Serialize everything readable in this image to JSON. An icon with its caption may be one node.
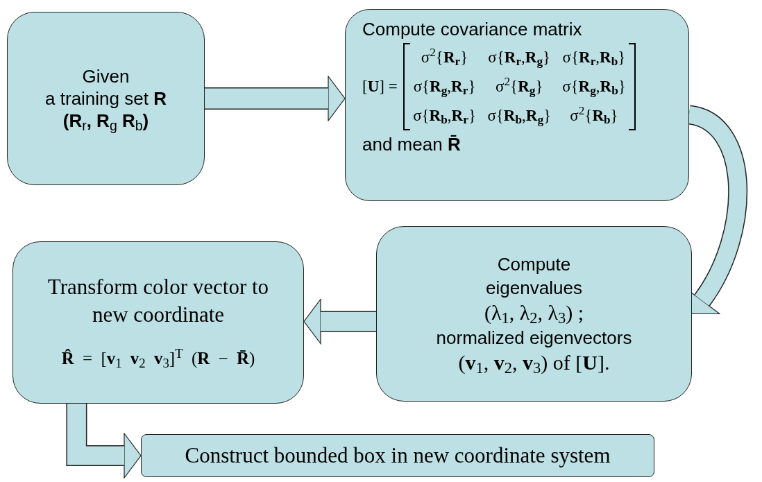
{
  "diagram": {
    "nodes": [
      {
        "text": [
          "Given",
          "a training set **R**",
          "(R$_{r}$, R$_{g}$ R$_{b}$)"
        ]
      },
      {
        "text": [
          "Compute covariance matrix",
          "[**U**] =",
          "σ$^{2}${**R**$_{r}$}",
          "σ{**R**$_{r}$,**R**$_{g}$}",
          "σ{**R**$_{r}$,**R**$_{b}$}",
          "σ{**R**$_{g}$,**R**$_{r}$}",
          "σ$^{2}${**R**$_{g}$}",
          "σ{**R**$_{g}$,**R**$_{b}$}",
          "σ{**R**$_{b}$,**R**$_{r}$}",
          "σ{**R**$_{b}$,**R**$_{g}$}",
          "σ$^{2}${**R**$_{b}$}",
          "and mean **R̄**"
        ]
      },
      {
        "text": [
          "Compute eigenvalues",
          "(λ$_{1}$, λ$_{2}$, λ$_{3}$) ;",
          "normalized eigenvectors",
          "(**v**$_{1}$, **v**$_{2}$, **v**$_{3}$) of [**U**]."
        ]
      },
      {
        "text": [
          "Transform color vector to new coordinate",
          "**R̂** = [**v**$_{1}$ **v**$_{2}$ **v**$_{3}$]$^{T}$ (**R** − **R̄**)"
        ]
      },
      {
        "text": [
          "Construct bounded box in new coordinate system"
        ]
      }
    ],
    "edges": [
      {
        "from": 0,
        "to": 1,
        "arrow": "to"
      },
      {
        "from": 1,
        "to": 2,
        "arrow": "to"
      },
      {
        "from": 2,
        "to": 3,
        "arrow": "to"
      },
      {
        "from": 3,
        "to": 4,
        "arrow": "to"
      }
    ]
  }
}
